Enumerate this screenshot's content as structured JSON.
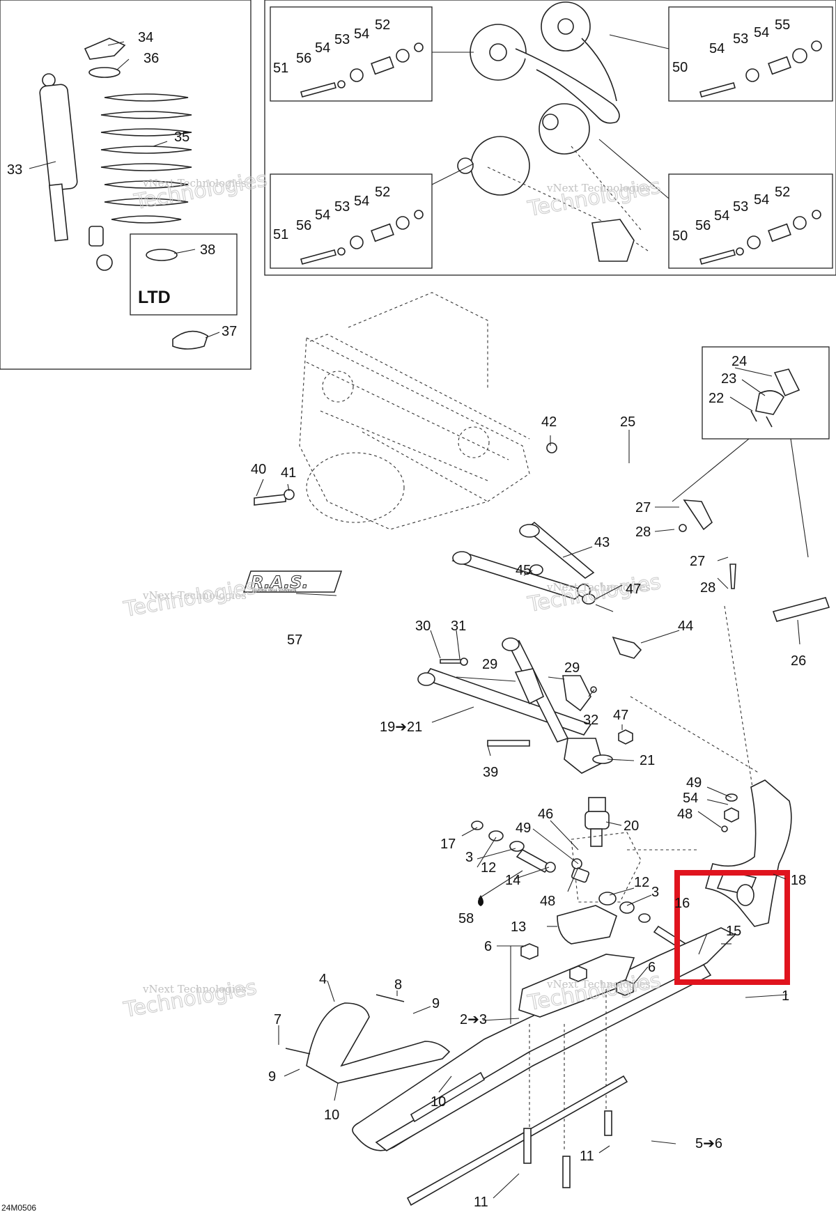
{
  "diagram": {
    "code": "24M0506",
    "inset_ltd_label": "LTD",
    "brand_logo": "R.A.S.",
    "brand_sub": "RESPONSE ANGLE SUSPENSION",
    "watermark_line1": "vNext Technologies",
    "watermark_line2": "Technologies",
    "highlight_color": "#e0141e",
    "callouts": {
      "c34": "34",
      "c36": "36",
      "c35": "35",
      "c33": "33",
      "c38": "38",
      "c37": "37",
      "tl51": "51",
      "tl56": "56",
      "tl54a": "54",
      "tl53": "53",
      "tl54b": "54",
      "tl52": "52",
      "tr50": "50",
      "tr54a": "54",
      "tr53": "53",
      "tr54b": "54",
      "tr55": "55",
      "bl51": "51",
      "bl56": "56",
      "bl54a": "54",
      "bl53": "53",
      "bl54b": "54",
      "bl52": "52",
      "br50": "50",
      "br56": "56",
      "br54a": "54",
      "br53": "53",
      "br54b": "54",
      "br52": "52",
      "c24": "24",
      "c23": "23",
      "c22": "22",
      "c25": "25",
      "c42": "42",
      "c40": "40",
      "c41": "41",
      "c27a": "27",
      "c28a": "28",
      "c27b": "27",
      "c28b": "28",
      "c43": "43",
      "c45": "45",
      "c47a": "47",
      "c57": "57",
      "c44": "44",
      "c26": "26",
      "c30": "30",
      "c31": "31",
      "c29a": "29",
      "c29b": "29",
      "c32": "32",
      "c1921": "19➔21",
      "c47b": "47",
      "c39": "39",
      "c21": "21",
      "c49a": "49",
      "c54": "54",
      "c48a": "48",
      "c46": "46",
      "c20": "20",
      "c49b": "49",
      "c17": "17",
      "c3a": "3",
      "c12a": "12",
      "c14": "14",
      "c18": "18",
      "c12b": "12",
      "c3b": "3",
      "c16": "16",
      "c48b": "48",
      "c58": "58",
      "c13": "13",
      "c15": "15",
      "c6a": "6",
      "c6b": "6",
      "c1": "1",
      "c4": "4",
      "c8": "8",
      "c9a": "9",
      "c23x": "2➔3",
      "c7": "7",
      "c9b": "9",
      "c10a": "10",
      "c10b": "10",
      "c56": "5➔6",
      "c11a": "11",
      "c11b": "11"
    }
  }
}
